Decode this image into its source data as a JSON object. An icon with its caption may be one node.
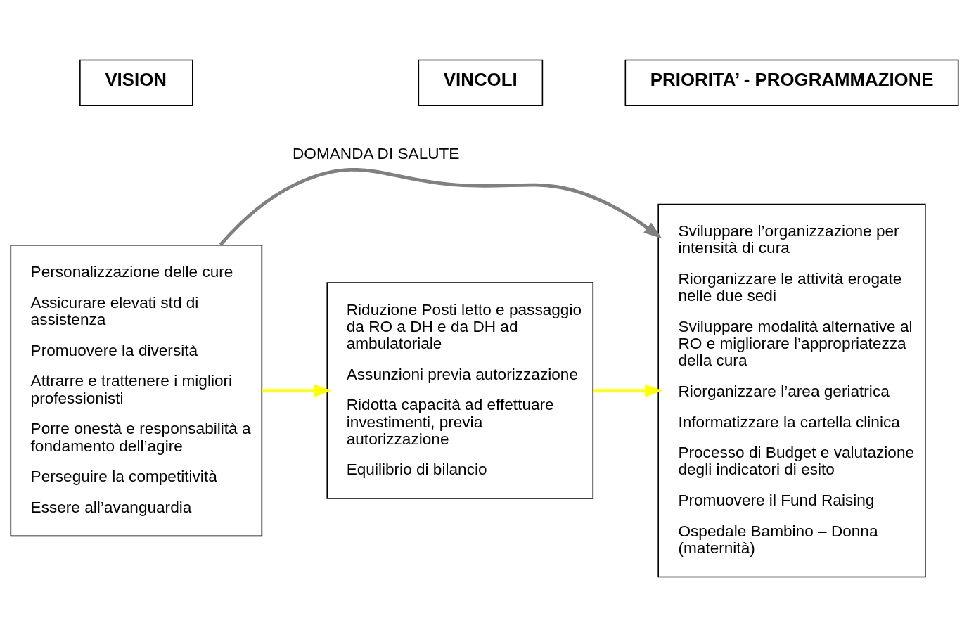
{
  "diagram": {
    "nodes": [
      {
        "text": [
          "VISION"
        ]
      },
      {
        "text": [
          "VINCOLI"
        ]
      },
      {
        "text": [
          "PRIORITA’ - PROGRAMMAZIONE"
        ]
      },
      {
        "text": [
          "Personalizzazione delle cure",
          "Assicurare elevati std di assistenza",
          "Promuovere la diversità",
          "Attrarre e trattenere i migliori professionisti",
          "Porre onestà e responsabilità a fondamento dell’agire",
          "Perseguire la competitività",
          "Essere all’avanguardia"
        ]
      },
      {
        "text": [
          "Riduzione Posti letto e passaggio da RO a DH e da DH ad ambulatoriale",
          "Assunzioni previa autorizzazione",
          "Ridotta capacità ad effettuare investimenti, previa autorizzazione",
          "Equilibrio di bilancio"
        ]
      },
      {
        "text": [
          "Sviluppare l’organizzazione per intensità di cura",
          "Riorganizzare le attività erogate nelle due sedi",
          "Sviluppare modalità alternative al RO e migliorare l’appropriatezza della cura",
          "Riorganizzare l’area geriatrica",
          "Informatizzare la cartella clinica",
          "Processo di Budget e valutazione degli indicatori di esito",
          "Promuovere il Fund Raising",
          "Ospedale Bambino – Donna (maternità)"
        ]
      }
    ],
    "edges": [
      {
        "from": 3,
        "to": 4,
        "arrow": "to",
        "color": "#ffff00"
      },
      {
        "from": 4,
        "to": 5,
        "arrow": "to",
        "color": "#ffff00"
      },
      {
        "from": 3,
        "to": 5,
        "arrow": "to",
        "label": "DOMANDA DI SALUTE",
        "color": "#808080"
      }
    ]
  }
}
